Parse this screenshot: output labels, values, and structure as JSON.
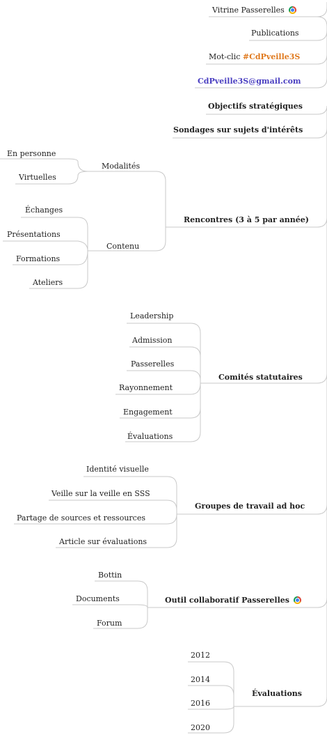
{
  "top_nodes": {
    "vitrine": "Vitrine Passerelles",
    "publications": "Publications",
    "motclic_prefix": "Mot-clic",
    "motclic_tag": "#CdPveille3S",
    "email": "CdPveille3S@gmail.com"
  },
  "branches": {
    "objectifs": "Objectifs stratégiques",
    "sondages": "Sondages sur sujets d'intérêts",
    "rencontres": "Rencontres (3 à 5 par année)",
    "comites": "Comités statutaires",
    "groupes": "Groupes de travail ad hoc",
    "outil": "Outil collaboratif Passerelles",
    "evaluations": "Évaluations"
  },
  "rencontres": {
    "modalites": "Modalités",
    "modalites_items": [
      "En personne",
      "Virtuelles"
    ],
    "contenu": "Contenu",
    "contenu_items": [
      "Échanges",
      "Présentations",
      "Formations",
      "Ateliers"
    ]
  },
  "comites_items": [
    "Leadership",
    "Admission",
    "Passerelles",
    "Rayonnement",
    "Engagement",
    "Évaluations"
  ],
  "groupes_items": [
    "Identité visuelle",
    "Veille sur la veille en SSS",
    "Partage de sources et ressources",
    "Article sur évaluations"
  ],
  "outil_items": [
    "Bottin",
    "Documents",
    "Forum"
  ],
  "evaluations_items": [
    "2012",
    "2014",
    "2016",
    "2020"
  ],
  "colors": {
    "line": "#c9c9c9",
    "accent": "#e07a1f",
    "email": "#4a3fc1"
  },
  "icons": {
    "vitrine": "chrome-icon",
    "outil": "chrome-icon"
  }
}
